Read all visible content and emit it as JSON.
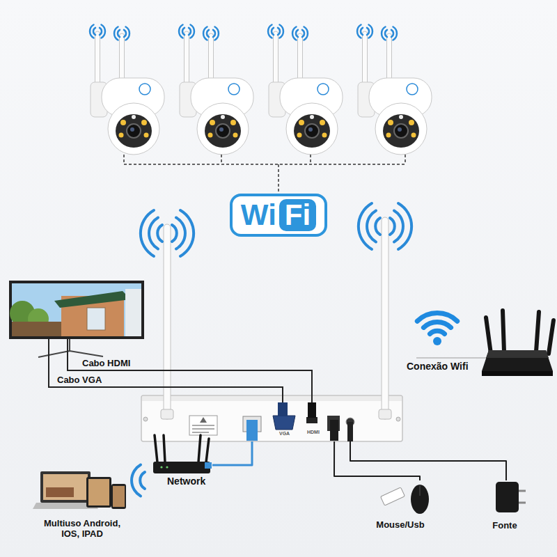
{
  "diagram": {
    "nodes": [
      {
        "text": [
          "Wi",
          "Fi"
        ]
      },
      {
        "text": [
          "Conexão Wifi"
        ]
      },
      {
        "text": [
          "VGA",
          "HDMI"
        ]
      },
      {
        "text": [
          "Network"
        ]
      },
      {
        "text": [
          "Multiuso Android, IOS, IPAD"
        ]
      },
      {
        "text": [
          "Mouse/Usb"
        ]
      },
      {
        "text": [
          "Fonte"
        ]
      }
    ],
    "edges": [
      {
        "from": 2,
        "to": 3,
        "arrow": "none"
      },
      {
        "from": 2,
        "to": 5,
        "arrow": "none"
      },
      {
        "from": 2,
        "to": 6,
        "arrow": "none"
      }
    ],
    "labels": [
      "Cabo HDMI",
      "Cabo VGA"
    ]
  }
}
